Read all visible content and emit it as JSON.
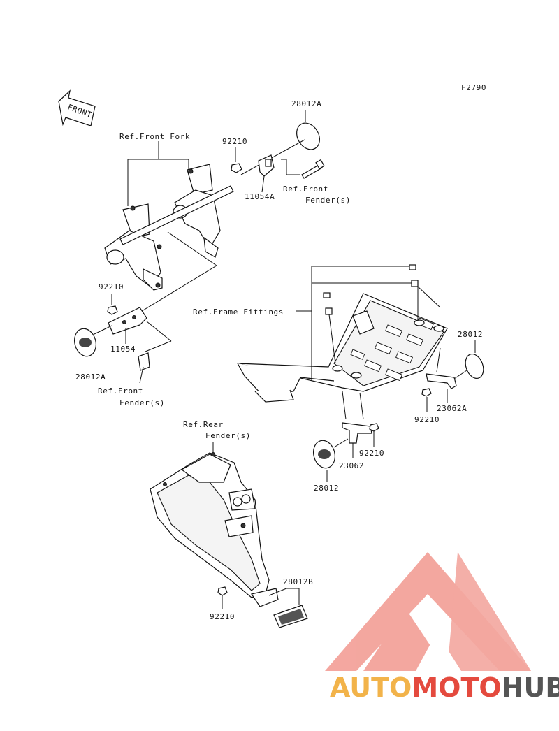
{
  "figure_code": "F2790",
  "direction_label": "FRONT",
  "labels": {
    "p28012A_top": "28012A",
    "p92210_top": "92210",
    "ref_front_fork": "Ref.Front Fork",
    "p11054A": "11054A",
    "ref_front_fender_top_1": "Ref.Front",
    "ref_front_fender_top_2": "Fender(s)",
    "p92210_left": "92210",
    "p11054": "11054",
    "p28012A_left": "28012A",
    "ref_front_fender_left_1": "Ref.Front",
    "ref_front_fender_left_2": "Fender(s)",
    "ref_frame_fittings": "Ref.Frame Fittings",
    "p28012_right": "28012",
    "p23062A": "23062A",
    "p92210_right": "92210",
    "p92210_mid": "92210",
    "p23062": "23062",
    "p28012_mid": "28012",
    "ref_rear_fender_1": "Ref.Rear",
    "ref_rear_fender_2": "Fender(s)",
    "p28012B": "28012B",
    "p92210_bottom": "92210"
  },
  "watermark": {
    "part1": "AUTO",
    "part2": "MOTO",
    "part3": "HUB",
    "colors": {
      "orange": "#f2b34a",
      "red": "#e44a3e",
      "gray": "#555555",
      "logo": "#f08a80"
    }
  }
}
